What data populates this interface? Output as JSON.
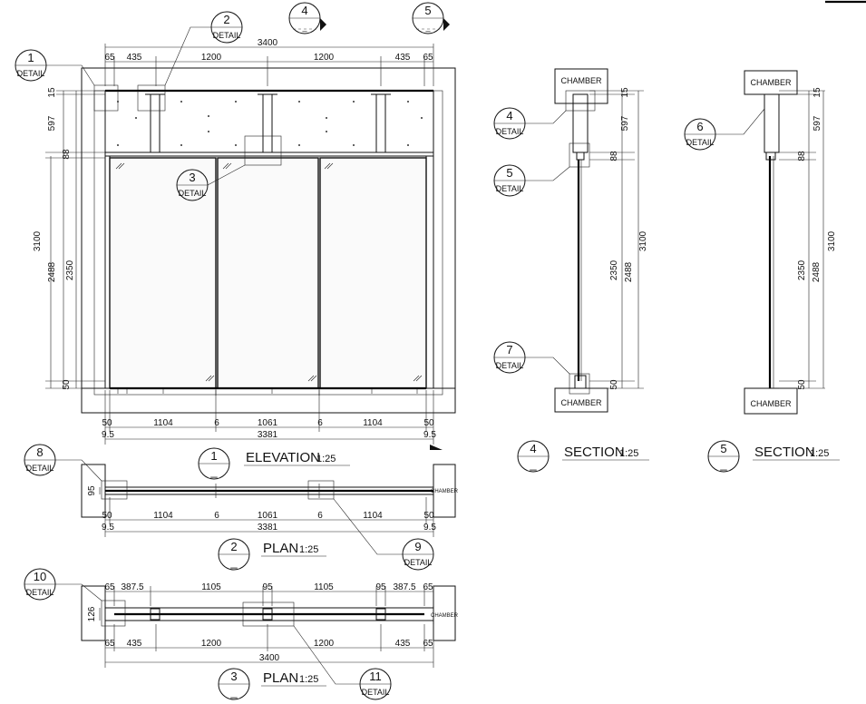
{
  "elevation": {
    "top_dims": [
      "65",
      "435",
      "1200",
      "1200",
      "435",
      "65"
    ],
    "total_top": "3400",
    "left_dims": [
      "15",
      "597",
      "88",
      "2350",
      "50"
    ],
    "left_outer": [
      "3100",
      "2488"
    ],
    "bottom_dims": [
      "50",
      "1104",
      "6",
      "1061",
      "6",
      "1104",
      "50"
    ],
    "bottom_sub": [
      "9.5",
      "9.5"
    ],
    "bottom_total": "3381"
  },
  "titles": {
    "elevation": {
      "num": "1",
      "sub": "_",
      "text": "ELEVATION",
      "scale": "1:25"
    },
    "plan2": {
      "num": "2",
      "sub": "_",
      "text": "PLAN",
      "scale": "1:25"
    },
    "plan3": {
      "num": "3",
      "sub": "_",
      "text": "PLAN",
      "scale": "1:25"
    },
    "section4": {
      "num": "4",
      "sub": "_",
      "text": "SECTION",
      "scale": "1:25"
    },
    "section5": {
      "num": "5",
      "sub": "_",
      "text": "SECTION",
      "scale": "1:25"
    }
  },
  "detail_word": "DETAIL",
  "chamber_word": "CHAMBER",
  "details": {
    "d1": "1",
    "d2": "2",
    "d3": "3",
    "d4": "4",
    "d5": "5",
    "d6": "6",
    "d7": "7",
    "d8": "8",
    "d9": "9",
    "d10": "10",
    "d11": "11"
  },
  "section_markers": {
    "s4": "4",
    "s5": "5"
  },
  "plan2": {
    "side_dim": "95",
    "bottom_dims": [
      "50",
      "1104",
      "6",
      "1061",
      "6",
      "1104",
      "50"
    ],
    "sub": [
      "9.5",
      "9.5"
    ],
    "total": "3381"
  },
  "plan3": {
    "top_dims": [
      "65",
      "387.5",
      "1105",
      "95",
      "1105",
      "95",
      "387.5",
      "65"
    ],
    "side_dim": "126",
    "bottom_dims": [
      "65",
      "435",
      "1200",
      "1200",
      "435",
      "65"
    ],
    "total": "3400"
  },
  "section4": {
    "dims_right_a": [
      "15",
      "597",
      "88",
      "2350",
      "50"
    ],
    "dims_right_b": [
      "2488",
      "3100"
    ]
  },
  "section5": {
    "dims_right_a": [
      "15",
      "597",
      "88",
      "2350",
      "50"
    ],
    "dims_right_b": [
      "2488",
      "3100"
    ]
  }
}
